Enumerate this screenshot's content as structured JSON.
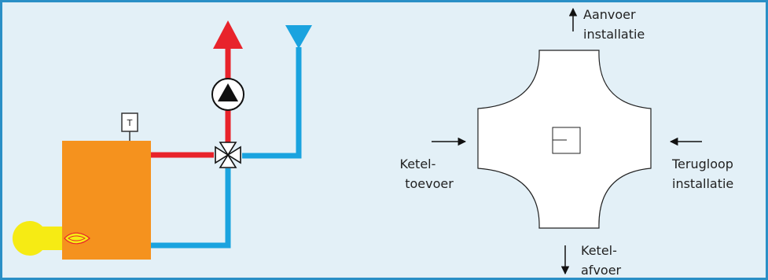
{
  "colors": {
    "background": "#e3f0f7",
    "frame": "#2a8fc6",
    "supply_pipe": "#e8232b",
    "return_pipe": "#1aa3df",
    "boiler": "#f5921e",
    "burner": "#f6eb14"
  },
  "left_diagram": {
    "thermostat_label": "T",
    "pump_icon": "pump-icon",
    "valve_icon": "four-way-valve-icon"
  },
  "right_diagram": {
    "supply_installation": [
      "Aanvoer",
      "installatie"
    ],
    "boiler_supply": [
      "Ketel-",
      "toevoer"
    ],
    "return_installation": [
      "Terugloop",
      "installatie"
    ],
    "boiler_return": [
      "Ketel-",
      "afvoer"
    ]
  }
}
